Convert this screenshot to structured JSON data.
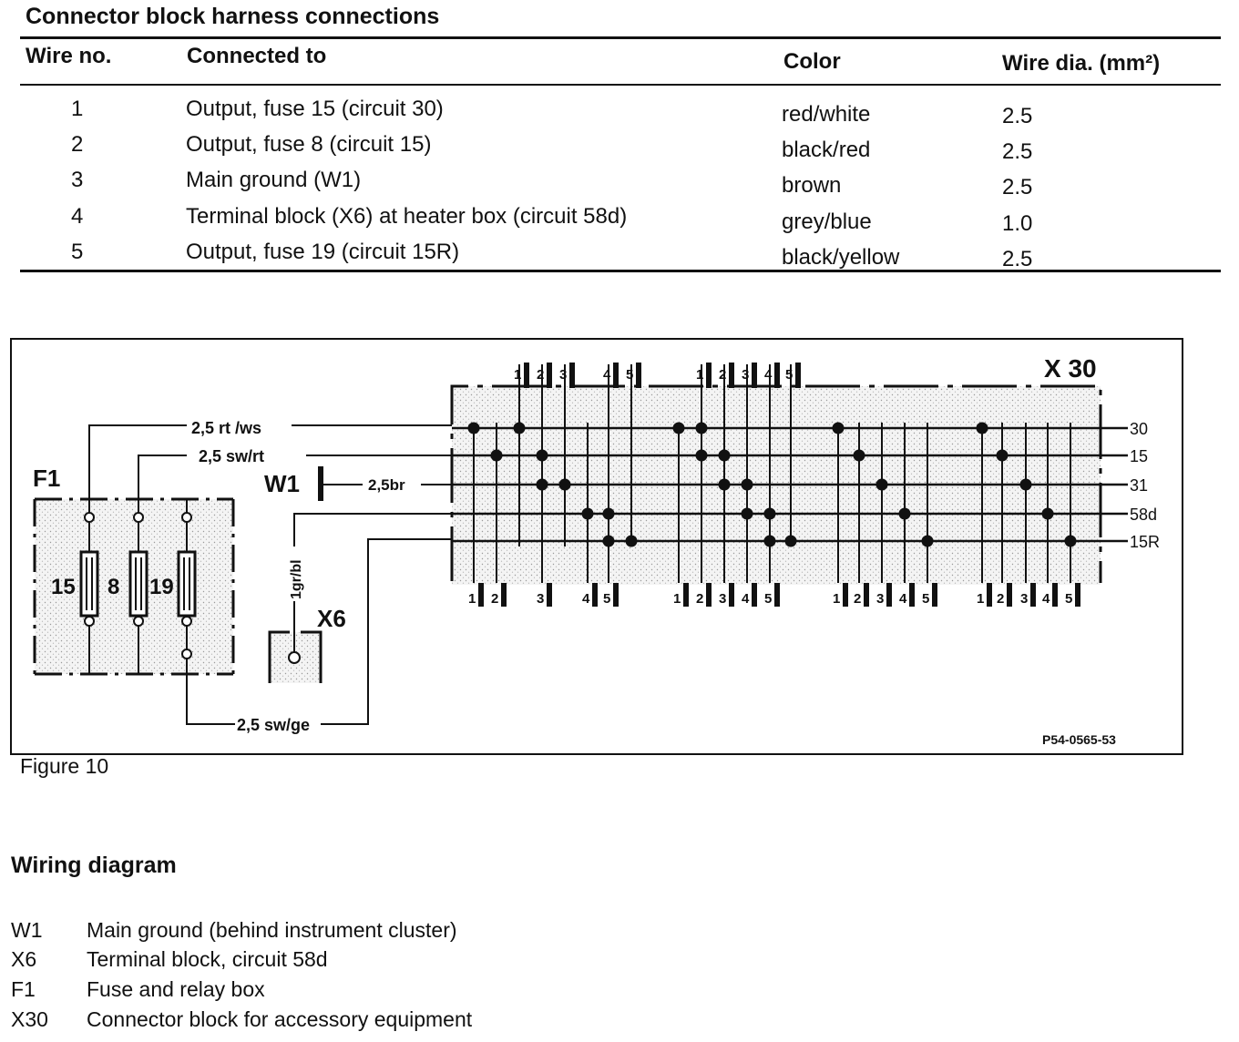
{
  "table": {
    "title": "Connector block harness connections",
    "headers": [
      "Wire no.",
      "Connected to",
      "Color",
      "Wire dia. (mm²)"
    ],
    "rows": [
      {
        "no": "1",
        "to": "Output, fuse 15 (circuit 30)",
        "color": "red/white",
        "dia": "2.5"
      },
      {
        "no": "2",
        "to": "Output, fuse 8 (circuit 15)",
        "color": "black/red",
        "dia": "2.5"
      },
      {
        "no": "3",
        "to": "Main ground (W1)",
        "color": "brown",
        "dia": "2.5"
      },
      {
        "no": "4",
        "to": "Terminal block (X6) at heater box (circuit 58d)",
        "color": "grey/blue",
        "dia": "1.0"
      },
      {
        "no": "5",
        "to": "Output, fuse 19 (circuit 15R)",
        "color": "black/yellow",
        "dia": "2.5"
      }
    ]
  },
  "diagram": {
    "connector_label": "X 30",
    "fuse_box_label": "F1",
    "fuse_labels": [
      "15",
      "8",
      "19"
    ],
    "ground_label": "W1",
    "terminal_label": "X6",
    "wire_labels": {
      "circuit30": "2,5 rt /ws",
      "circuit15": "2,5 sw/rt",
      "ground": "2,5br",
      "term58d": "1gr/bl",
      "circuit15R": "2,5 sw/ge"
    },
    "bus_labels": [
      "30",
      "15",
      "31",
      "58d",
      "15R"
    ],
    "pin_numbers": [
      "1",
      "2",
      "3",
      "4",
      "5"
    ],
    "ref_code": "P54-0565-53"
  },
  "figure_caption": "Figure 10",
  "section_title": "Wiring diagram",
  "legend": [
    {
      "code": "W1",
      "text": "Main ground (behind instrument cluster)"
    },
    {
      "code": "X6",
      "text": "Terminal block, circuit 58d"
    },
    {
      "code": "F1",
      "text": "Fuse and relay box"
    },
    {
      "code": "X30",
      "text": "Connector block for accessory equipment"
    }
  ]
}
